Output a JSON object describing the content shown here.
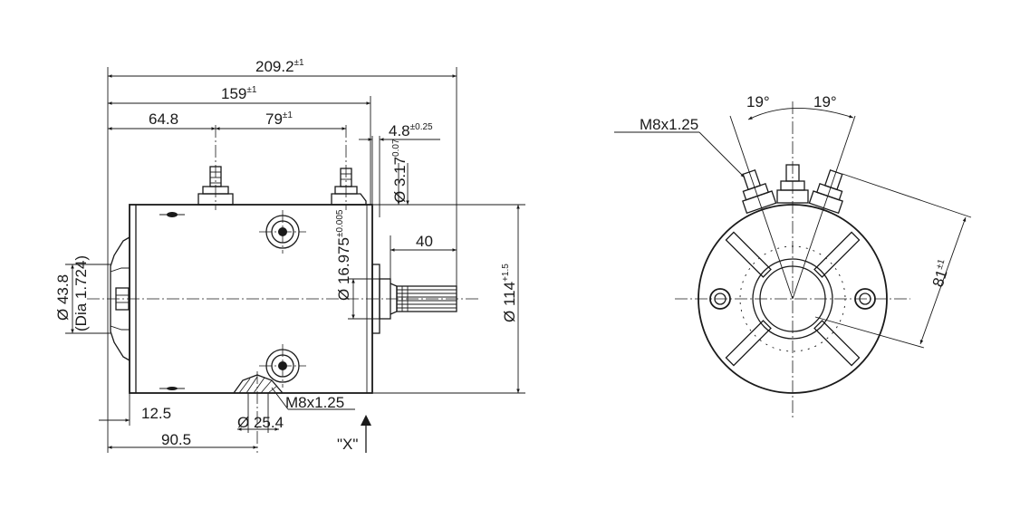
{
  "side_view": {
    "overall_length": {
      "value": "209.2",
      "tol": "±1"
    },
    "terminal_to_shaft": {
      "value": "159",
      "tol": "±1"
    },
    "first_terminal": {
      "value": "64.8"
    },
    "terminal_spacing": {
      "value": "79",
      "tol": "±1"
    },
    "flange_thickness": {
      "value": "4.8",
      "tol": "±0.25"
    },
    "shaft_pilot": {
      "value": "Ø 3.17",
      "tol": "0.07"
    },
    "spline_length": {
      "value": "40"
    },
    "pilot_diameter": {
      "value": "Ø 16.975",
      "tol": "±0.005"
    },
    "body_diameter": {
      "value": "Ø 114",
      "tol": "+1.5"
    },
    "rear_diameter": {
      "value": "Ø 43.8"
    },
    "rear_diameter_inch": {
      "value": "(Dia 1.724)"
    },
    "rear_offset": {
      "value": "12.5"
    },
    "mount_thread": {
      "value": "M8x1.25"
    },
    "mount_diameter": {
      "value": "Ø 25.4"
    },
    "mount_position": {
      "value": "90.5"
    },
    "view_label": {
      "value": "\"X\""
    }
  },
  "end_view": {
    "angle_left": {
      "value": "19°"
    },
    "angle_right": {
      "value": "19°"
    },
    "terminal_thread": {
      "value": "M8x1.25"
    },
    "terminal_height": {
      "value": "81",
      "tol": "±1"
    }
  }
}
